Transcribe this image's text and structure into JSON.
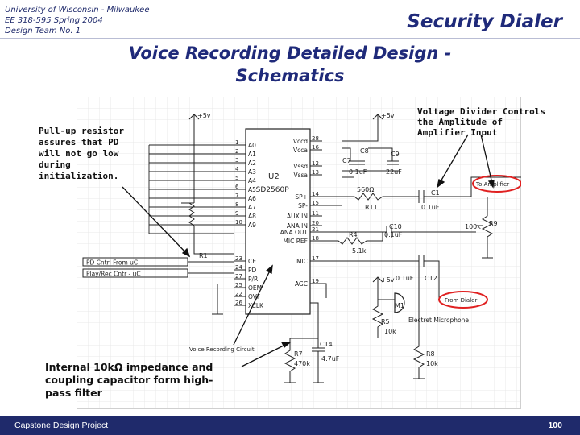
{
  "header": {
    "org_lines": [
      "University of Wisconsin - Milwaukee",
      "EE 318-595 Spring 2004",
      "Design Team No. 1"
    ],
    "project_title": "Security Dialer"
  },
  "slide": {
    "title_line1": "Voice Recording Detailed Design -",
    "title_line2": "Schematics"
  },
  "annotations": {
    "pullup_lines": [
      "Pull-up resistor",
      "assures that PD",
      "will not go low",
      "during",
      "initialization."
    ],
    "divider_lines": [
      "Voltage Divider Controls",
      "the Amplitude of",
      "Amplifier Input"
    ],
    "impedance_lines": [
      "Internal 10kΩ impedance and",
      "coupling capacitor form high-",
      "pass filter"
    ]
  },
  "schematic": {
    "chip_label": "U2",
    "chip_part": "ISD2560P",
    "vcc_left": "+5v",
    "vcc_mid": "+5v",
    "vcc_mic": "+5v",
    "left_pins": [
      {
        "num": "1",
        "name": "A0"
      },
      {
        "num": "2",
        "name": "A1"
      },
      {
        "num": "3",
        "name": "A2"
      },
      {
        "num": "4",
        "name": "A3"
      },
      {
        "num": "5",
        "name": "A4"
      },
      {
        "num": "6",
        "name": "A5"
      },
      {
        "num": "7",
        "name": "A6"
      },
      {
        "num": "8",
        "name": "A7"
      },
      {
        "num": "9",
        "name": "A8"
      },
      {
        "num": "10",
        "name": "A9"
      },
      {
        "num": "23",
        "name": "CE"
      },
      {
        "num": "24",
        "name": "PD"
      },
      {
        "num": "27",
        "name": "P/R"
      },
      {
        "num": "25",
        "name": "OEM"
      },
      {
        "num": "22",
        "name": "OVF"
      },
      {
        "num": "26",
        "name": "XCLK"
      }
    ],
    "right_pins": [
      {
        "num": "28",
        "name": "Vccd"
      },
      {
        "num": "16",
        "name": "Vcca"
      },
      {
        "num": "12",
        "name": "Vssd"
      },
      {
        "num": "13",
        "name": "Vssa"
      },
      {
        "num": "14",
        "name": "SP+"
      },
      {
        "num": "15",
        "name": "SP-"
      },
      {
        "num": "11",
        "name": "AUX IN"
      },
      {
        "num": "20",
        "name": "ANA IN"
      },
      {
        "num": "21",
        "name": "ANA OUT"
      },
      {
        "num": "18",
        "name": "MIC REF"
      },
      {
        "num": "17",
        "name": "MIC"
      },
      {
        "num": "19",
        "name": "AGC"
      }
    ],
    "signal_pd": "PD Cntrl From uC",
    "signal_pr": "Play/Rec Cntr - uC",
    "r1": "R1",
    "c8": "C8",
    "c7": "C7",
    "c7_val": "0.1uF",
    "c9": "C9",
    "c9_val": "22uF",
    "r11_val": "560Ω",
    "r11": "R11",
    "c1": "C1",
    "c1_val": "0.1uF",
    "to_amp": "To Amplifier",
    "r9": "R9",
    "r9_val": "100k",
    "c10": "C10",
    "c10_val": "0.1uF",
    "r4": "R4",
    "r4_val": "5.1k",
    "c12_val": "0.1uF",
    "c12": "C12",
    "from_dialer": "From Dialer",
    "m1": "M1",
    "mic_label": "Electret Microphone",
    "r5": "R5",
    "r5_val": "10k",
    "r7": "R7",
    "r7_val": "470k",
    "c14": "C14",
    "c14_val": "4.7uF",
    "r8": "R8",
    "r8_val": "10k",
    "caption": "Voice Recording Circuit"
  },
  "footer": {
    "left": "Capstone Design Project",
    "page": "100"
  },
  "colors": {
    "navy": "#1f2a6b",
    "highlight": "#e02020"
  }
}
